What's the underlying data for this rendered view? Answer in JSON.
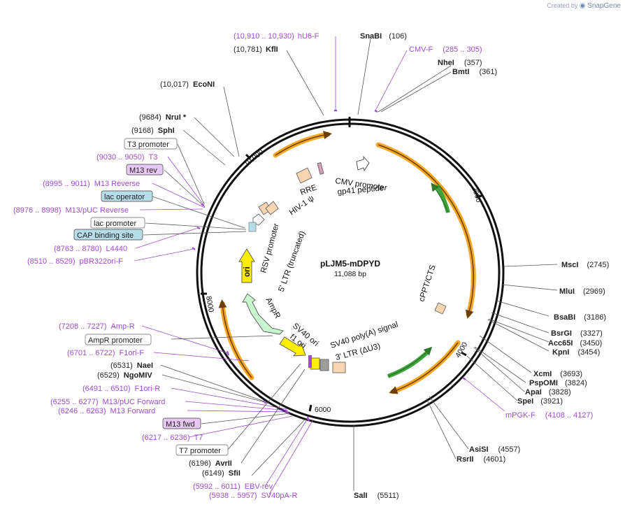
{
  "credit": {
    "prefix": "Created by",
    "brand": "SnapGene"
  },
  "plasmid": {
    "name": "pLJM5-mDPYD",
    "length": "11,088 bp"
  },
  "ticks": [
    "2000",
    "4000",
    "6000",
    "8000",
    "10,000"
  ],
  "features": {
    "cmv": "CMV promoter",
    "gp41": "gp41 peptide",
    "rre": "RRE",
    "hiv": "HIV-1 ψ",
    "ltr5": "5' LTR (truncated)",
    "rsv": "RSV promoter",
    "ori": "ori",
    "ampr": "AmpR",
    "sv40ori": "SV40 ori",
    "f1ori": "f1 ori",
    "sv40pa": "SV40 poly(A) signal",
    "ltr3": "3' LTR (ΔU3)",
    "cppt": "cPPT/CTS"
  },
  "right_labels": [
    {
      "name": "MscI",
      "pos": "(2745)"
    },
    {
      "name": "MluI",
      "pos": "(2969)"
    },
    {
      "name": "BsaBI",
      "pos": "(3186)"
    },
    {
      "name": "BsrGI",
      "pos": "(3327)"
    },
    {
      "name": "Acc65I",
      "pos": "(3450)"
    },
    {
      "name": "KpnI",
      "pos": "(3454)"
    },
    {
      "name": "XcmI",
      "pos": "(3693)"
    },
    {
      "name": "PspOMI",
      "pos": "(3824)"
    },
    {
      "name": "ApaI",
      "pos": "(3828)"
    },
    {
      "name": "SpeI",
      "pos": "(3921)"
    },
    {
      "name": "mPGK-F",
      "pos": "(4108 .. 4127)"
    },
    {
      "name": "AsiSI",
      "pos": "(4557)"
    },
    {
      "name": "RsrII",
      "pos": "(4601)"
    },
    {
      "name": "SalI",
      "pos": "(5511)"
    }
  ],
  "top_labels": [
    {
      "pos": "(10,910 .. 10,930)",
      "name": "hU6-F"
    },
    {
      "pos": "(10,781)",
      "name": "KflI"
    },
    {
      "name": "SnaBI",
      "pos": "(106)"
    },
    {
      "name": "CMV-F",
      "pos": "(285 .. 305)"
    },
    {
      "name": "NheI",
      "pos": "(357)"
    },
    {
      "name": "BmtI",
      "pos": "(361)"
    }
  ],
  "left_labels": [
    {
      "pos": "(10,017)",
      "name": "EcoNI"
    },
    {
      "pos": "(9684)",
      "name": "NruI *"
    },
    {
      "pos": "(9168)",
      "name": "SphI"
    },
    {
      "pos": "",
      "name": "T3 promoter"
    },
    {
      "pos": "(9030 .. 9050)",
      "name": "T3"
    },
    {
      "pos": "",
      "name": "M13 rev"
    },
    {
      "pos": "(8995 .. 9011)",
      "name": "M13 Reverse"
    },
    {
      "pos": "",
      "name": "lac operator"
    },
    {
      "pos": "(8976 .. 8998)",
      "name": "M13/pUC Reverse"
    },
    {
      "pos": "",
      "name": "lac promoter"
    },
    {
      "pos": "",
      "name": "CAP binding site"
    },
    {
      "pos": "(8763 .. 8780)",
      "name": "L4440"
    },
    {
      "pos": "(8510 .. 8529)",
      "name": "pBR322ori-F"
    },
    {
      "pos": "(7208 .. 7227)",
      "name": "Amp-R"
    },
    {
      "pos": "",
      "name": "AmpR promoter"
    },
    {
      "pos": "(6701 .. 6722)",
      "name": "F1ori-F"
    },
    {
      "pos": "(6531)",
      "name": "NaeI"
    },
    {
      "pos": "(6529)",
      "name": "NgoMIV"
    },
    {
      "pos": "(6491 .. 6510)",
      "name": "F1ori-R"
    },
    {
      "pos": "(6255 .. 6277)",
      "name": "M13/pUC Forward"
    },
    {
      "pos": "(6246 .. 6263)",
      "name": "M13 Forward"
    },
    {
      "pos": "",
      "name": "M13 fwd"
    },
    {
      "pos": "(6217 .. 6236)",
      "name": "T7"
    },
    {
      "pos": "",
      "name": "T7 promoter"
    },
    {
      "pos": "(6196)",
      "name": "AvrII"
    },
    {
      "pos": "(6149)",
      "name": "SfiI"
    },
    {
      "pos": "(5992 .. 6011)",
      "name": "EBV-rev"
    },
    {
      "pos": "(5938 .. 5957)",
      "name": "SV40pA-R"
    }
  ],
  "colors": {
    "backbone": "#111111",
    "orf_orange": "#f5a623",
    "orf_stroke": "#6b3f0c",
    "green": "#3fa43c",
    "primer": "#a04cc8",
    "yellow": "#ffee00",
    "ampr": "#c7f5cd",
    "peach": "#f9d4b1",
    "gray": "#9e9e9e",
    "lac": "#b6dde8",
    "m13": "#e7c7f4"
  }
}
